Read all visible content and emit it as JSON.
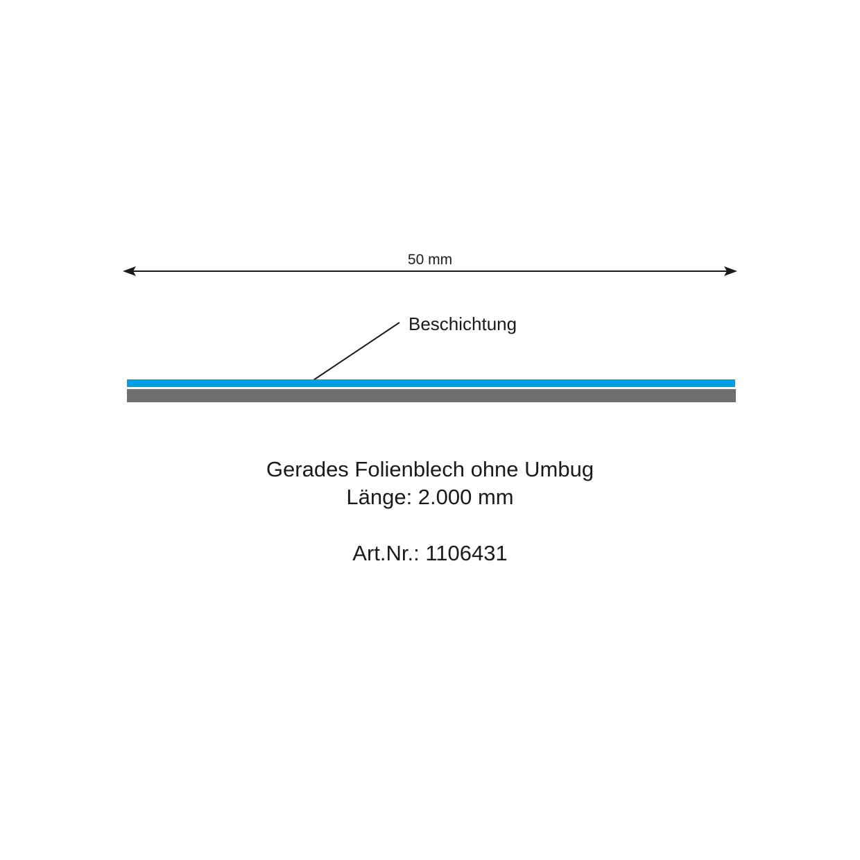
{
  "dimension_label": "50 mm",
  "coating_label": "Beschichtung",
  "title": "Gerades Folienblech ohne Umbug",
  "length": "Länge: 2.000 mm",
  "article_number": "Art.Nr.: 1106431",
  "colors": {
    "coating": "#009fe3",
    "sheet": "#706f6f",
    "line": "#1a1a1a"
  }
}
